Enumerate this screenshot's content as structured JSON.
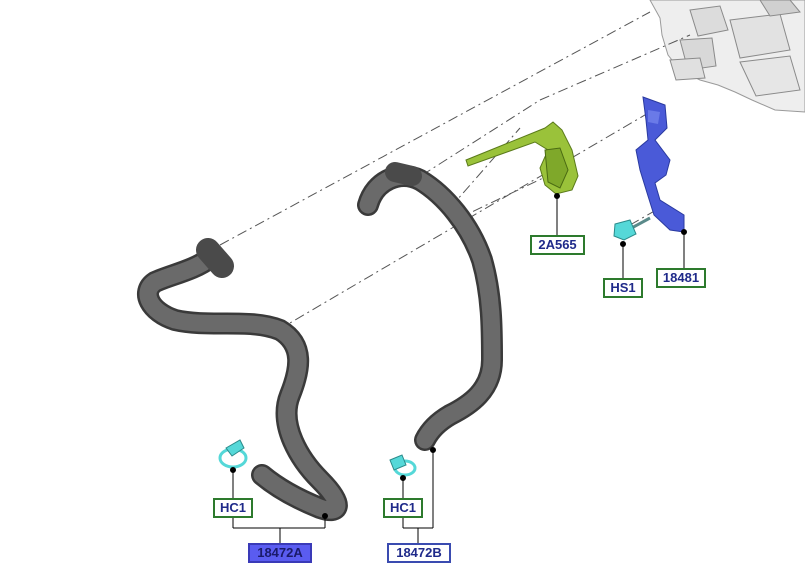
{
  "callouts": {
    "bracket_green": "2A565",
    "bolt": "HS1",
    "bracket_blue": "18481",
    "clamp_left": "HC1",
    "clamp_right": "HC1",
    "hose_left": "18472A",
    "hose_right": "18472B"
  },
  "colors": {
    "hose": "#5f5f5f",
    "bracket_green": "#9ac23a",
    "bracket_blue": "#4a5ad8",
    "clamp": "#55d8d8",
    "callout_border": "#2d7a2d",
    "callout_highlight": "#5a5cf0"
  }
}
